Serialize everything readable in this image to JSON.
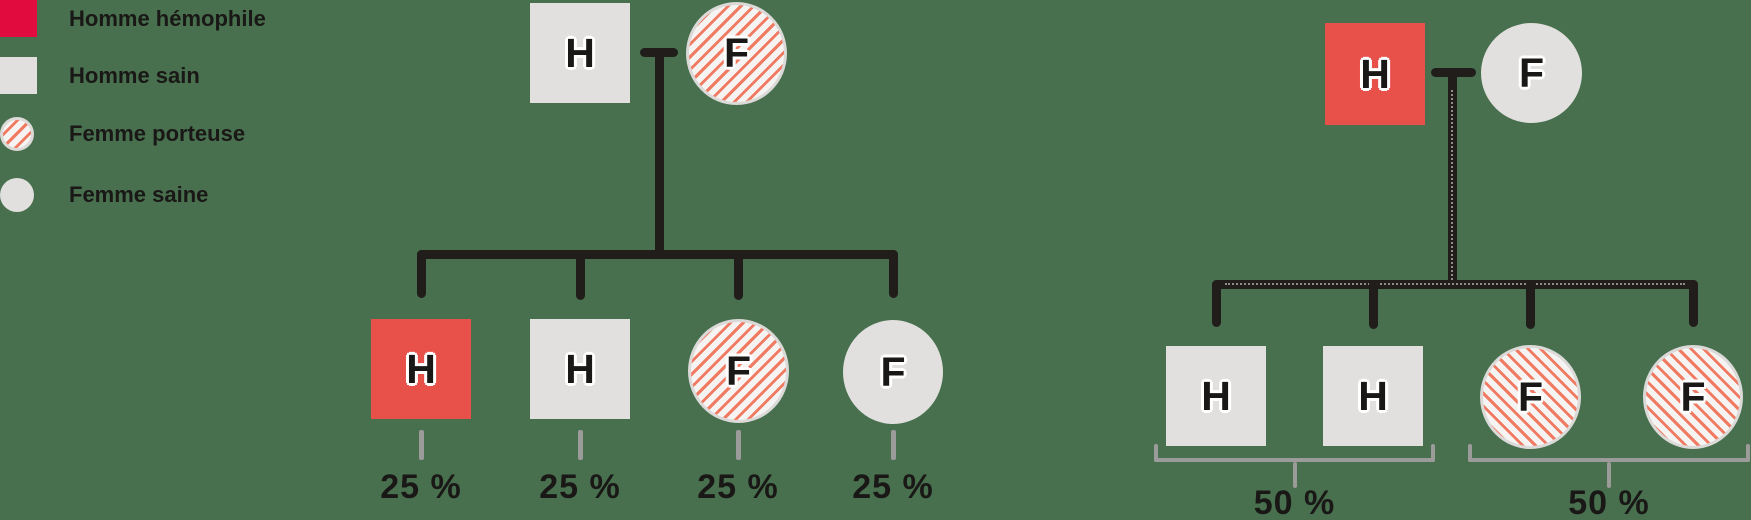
{
  "colors": {
    "background": "#48704e",
    "legend-red": "#e20b3e",
    "tree-red": "#e8514a",
    "shape-gray": "#e1e0de",
    "hatch-stripe": "#f07a62",
    "hatch-bg": "#f5f4f2",
    "hatch-border": "#dbdad8",
    "line-dark": "#201d1b",
    "line-gray": "#9b9b99",
    "text-dark": "#1a1816"
  },
  "legend": {
    "items": [
      {
        "label": "Homme hémophile",
        "type": "hemophiliac-male"
      },
      {
        "label": "Homme sain",
        "type": "healthy-male"
      },
      {
        "label": "Femme porteuse",
        "type": "carrier-female"
      },
      {
        "label": "Femme saine",
        "type": "healthy-female"
      }
    ]
  },
  "tree1": {
    "parents": [
      {
        "letter": "H",
        "type": "healthy-male"
      },
      {
        "letter": "F",
        "type": "carrier-female"
      }
    ],
    "children": [
      {
        "letter": "H",
        "type": "hemophiliac-male",
        "probability": "25 %"
      },
      {
        "letter": "H",
        "type": "healthy-male",
        "probability": "25 %"
      },
      {
        "letter": "F",
        "type": "carrier-female",
        "probability": "25 %"
      },
      {
        "letter": "F",
        "type": "healthy-female",
        "probability": "25 %"
      }
    ]
  },
  "tree2": {
    "parents": [
      {
        "letter": "H",
        "type": "hemophiliac-male"
      },
      {
        "letter": "F",
        "type": "healthy-female"
      }
    ],
    "children": [
      {
        "letter": "H",
        "type": "healthy-male"
      },
      {
        "letter": "H",
        "type": "healthy-male"
      },
      {
        "letter": "F",
        "type": "carrier-female"
      },
      {
        "letter": "F",
        "type": "carrier-female"
      }
    ],
    "groups": [
      {
        "probability": "50 %"
      },
      {
        "probability": "50 %"
      }
    ]
  }
}
